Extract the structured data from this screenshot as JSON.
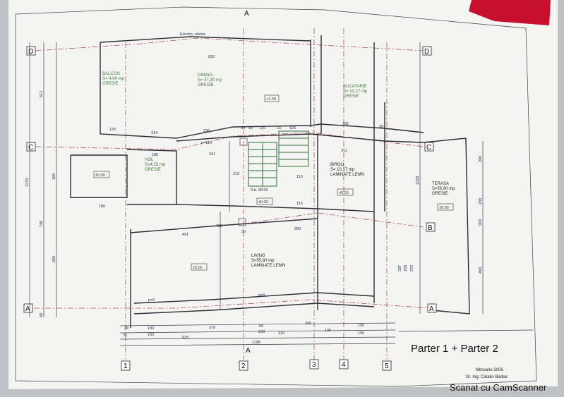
{
  "plan": {
    "section_marks": [
      "A",
      "A"
    ],
    "axes_rows": [
      "D",
      "C",
      "B",
      "A"
    ],
    "axes_columns": [
      "1",
      "2",
      "3",
      "4",
      "5"
    ],
    "top_note": "Electric, eleme",
    "rooms": [
      {
        "name": "BALCON",
        "area": "S= 4,94 mp",
        "floor": "GRESIE"
      },
      {
        "name": "DINING",
        "area": "S= 47,30 mp",
        "floor": "GRESIE"
      },
      {
        "name": "BUCATARIE",
        "area": "S= 10,17 mp",
        "floor": "GRESIE"
      },
      {
        "name": "HOL",
        "area": "S=4,25 mp",
        "floor": "GRESIE"
      },
      {
        "name": "BIROU",
        "area": "S= 10,17 mp",
        "floor": "LAMINATE LEMN"
      },
      {
        "name": "TERASA",
        "area": "S=55,80 mp",
        "floor": "GRESIE"
      },
      {
        "name": "LIVING",
        "area": "S=55,80 mp",
        "floor": "LAMINATE LEMN"
      }
    ],
    "levels": [
      "+1.30",
      "±0.00",
      "±0.00",
      "±0.00",
      "±0.00",
      "±0.00"
    ],
    "stairs": "9 tr. 28/16",
    "dims_top": [
      "830",
      "120",
      "214",
      "296",
      "30",
      "15",
      "125",
      "15",
      "125",
      "291",
      "38",
      "311",
      "185",
      "341",
      "p=110"
    ],
    "dims_mid": [
      "491",
      "30",
      "280",
      "180",
      "212",
      "115",
      "110",
      "702",
      "p=0",
      "p=0"
    ],
    "dims_bottom_row1": [
      "38",
      "180",
      "376",
      "60",
      "349",
      "195"
    ],
    "dims_bottom_row2": [
      "39",
      "230",
      "230",
      "310",
      "130",
      "195"
    ],
    "dims_bottom_row3": [
      "625"
    ],
    "dims_total": "1198",
    "dims_left": [
      "1279",
      "740",
      "560",
      "185",
      "612",
      "60"
    ],
    "dims_right": [
      "1228",
      "900",
      "490",
      "200",
      "200",
      "337",
      "250",
      "272"
    ]
  },
  "titleblock": {
    "title": "Parter 1 + Parter 2",
    "date": "februarie 2006",
    "author": "Dr. Ing. Catalin Badea"
  },
  "watermark": "Scanat cu CamScanner",
  "colors": {
    "paper": "#f4f5f3",
    "room_text": "#3f7a3a",
    "axis_line": "#b05060",
    "clip": "#c8102e"
  }
}
